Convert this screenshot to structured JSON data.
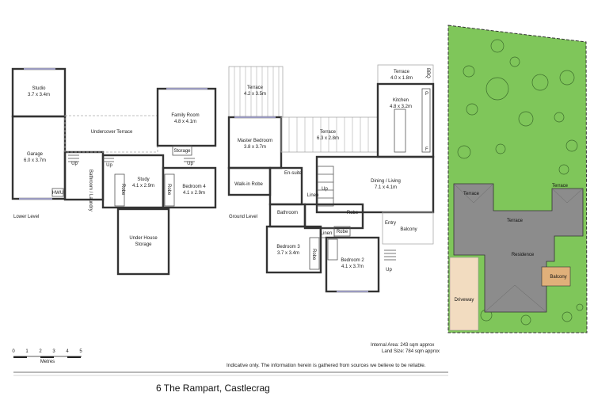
{
  "plan": {
    "address": "6 The Rampart, Castlecrag",
    "internal_area": "Internal Area: 243 sqm approx",
    "land_size": "Land Size: 784 sqm approx",
    "disclaimer": "Indicative only. The information herein is gathered from sources we believe to be reliable.",
    "scale": {
      "ticks": [
        "0",
        "1",
        "2",
        "3",
        "4",
        "5"
      ],
      "unit": "Metres"
    },
    "lower_level": {
      "title": "Lower Level",
      "rooms": {
        "studio": {
          "name": "Studio",
          "size": "3.7 x 3.4m"
        },
        "garage": {
          "name": "Garage",
          "size": "6.0 x 3.7m"
        },
        "undercover_terrace": {
          "name": "Undercover Terrace"
        },
        "family_room": {
          "name": "Family Room",
          "size": "4.8 x 4.1m"
        },
        "storage": {
          "name": "Storage"
        },
        "study": {
          "name": "Study",
          "size": "4.1 x 2.9m"
        },
        "bedroom4": {
          "name": "Bedroom 4",
          "size": "4.1 x 2.9m"
        },
        "robe": {
          "name": "Robe"
        },
        "robe2": {
          "name": "Robe"
        },
        "bathroom_laundry": {
          "name": "Bathroom / Laundry"
        },
        "hwu": {
          "name": "HWU"
        },
        "up1": {
          "name": "Up"
        },
        "up2": {
          "name": "Up"
        },
        "up3": {
          "name": "Up"
        },
        "under_house_storage": {
          "name": "Under House",
          "name2": "Storage"
        }
      }
    },
    "ground_level": {
      "title": "Ground Level",
      "rooms": {
        "terrace_master": {
          "name": "Terrace",
          "size": "4.2 x 3.5m"
        },
        "master_bedroom": {
          "name": "Master Bedroom",
          "size": "3.8 x 3.7m"
        },
        "terrace_mid": {
          "name": "Terrace",
          "size": "6.3 x 2.8m"
        },
        "terrace_top": {
          "name": "Terrace",
          "size": "4.0 x 1.8m"
        },
        "bbq": {
          "name": "BBQ"
        },
        "kitchen": {
          "name": "Kitchen",
          "size": "4.8 x 3.2m"
        },
        "ensuite": {
          "name": "En-suite"
        },
        "walkin_robe": {
          "name": "Walk-in Robe"
        },
        "dining_living": {
          "name": "Dining / Living",
          "size": "7.1 x 4.1m"
        },
        "linen1": {
          "name": "Linen"
        },
        "linen2": {
          "name": "Linen"
        },
        "bathroom": {
          "name": "Bathroom"
        },
        "robe_hall": {
          "name": "Robe"
        },
        "robe_b2": {
          "name": "Robe"
        },
        "robe_b3": {
          "name": "Robe"
        },
        "entry": {
          "name": "Entry"
        },
        "balcony": {
          "name": "Balcony"
        },
        "bedroom3": {
          "name": "Bedroom 3",
          "size": "3.7 x 3.4m"
        },
        "bedroom2": {
          "name": "Bedroom 2",
          "size": "4.1 x 3.7m"
        },
        "up_a": {
          "name": "Up"
        },
        "up_b": {
          "name": "Up"
        },
        "p": {
          "name": "P"
        },
        "f": {
          "name": "F"
        }
      }
    },
    "site": {
      "terrace_left": "Terrace",
      "terrace_right": "Terrace",
      "terrace_center": "Terrace",
      "residence": "Residence",
      "balcony": "Balcony",
      "driveway": "Driveway"
    },
    "colors": {
      "lawn": "#7fc65a",
      "roof": "#8c8c8c",
      "driveway": "#f2dcc0",
      "balcony": "#e0b07a",
      "walls": "#333333",
      "windows": "#9a9ac0"
    }
  }
}
